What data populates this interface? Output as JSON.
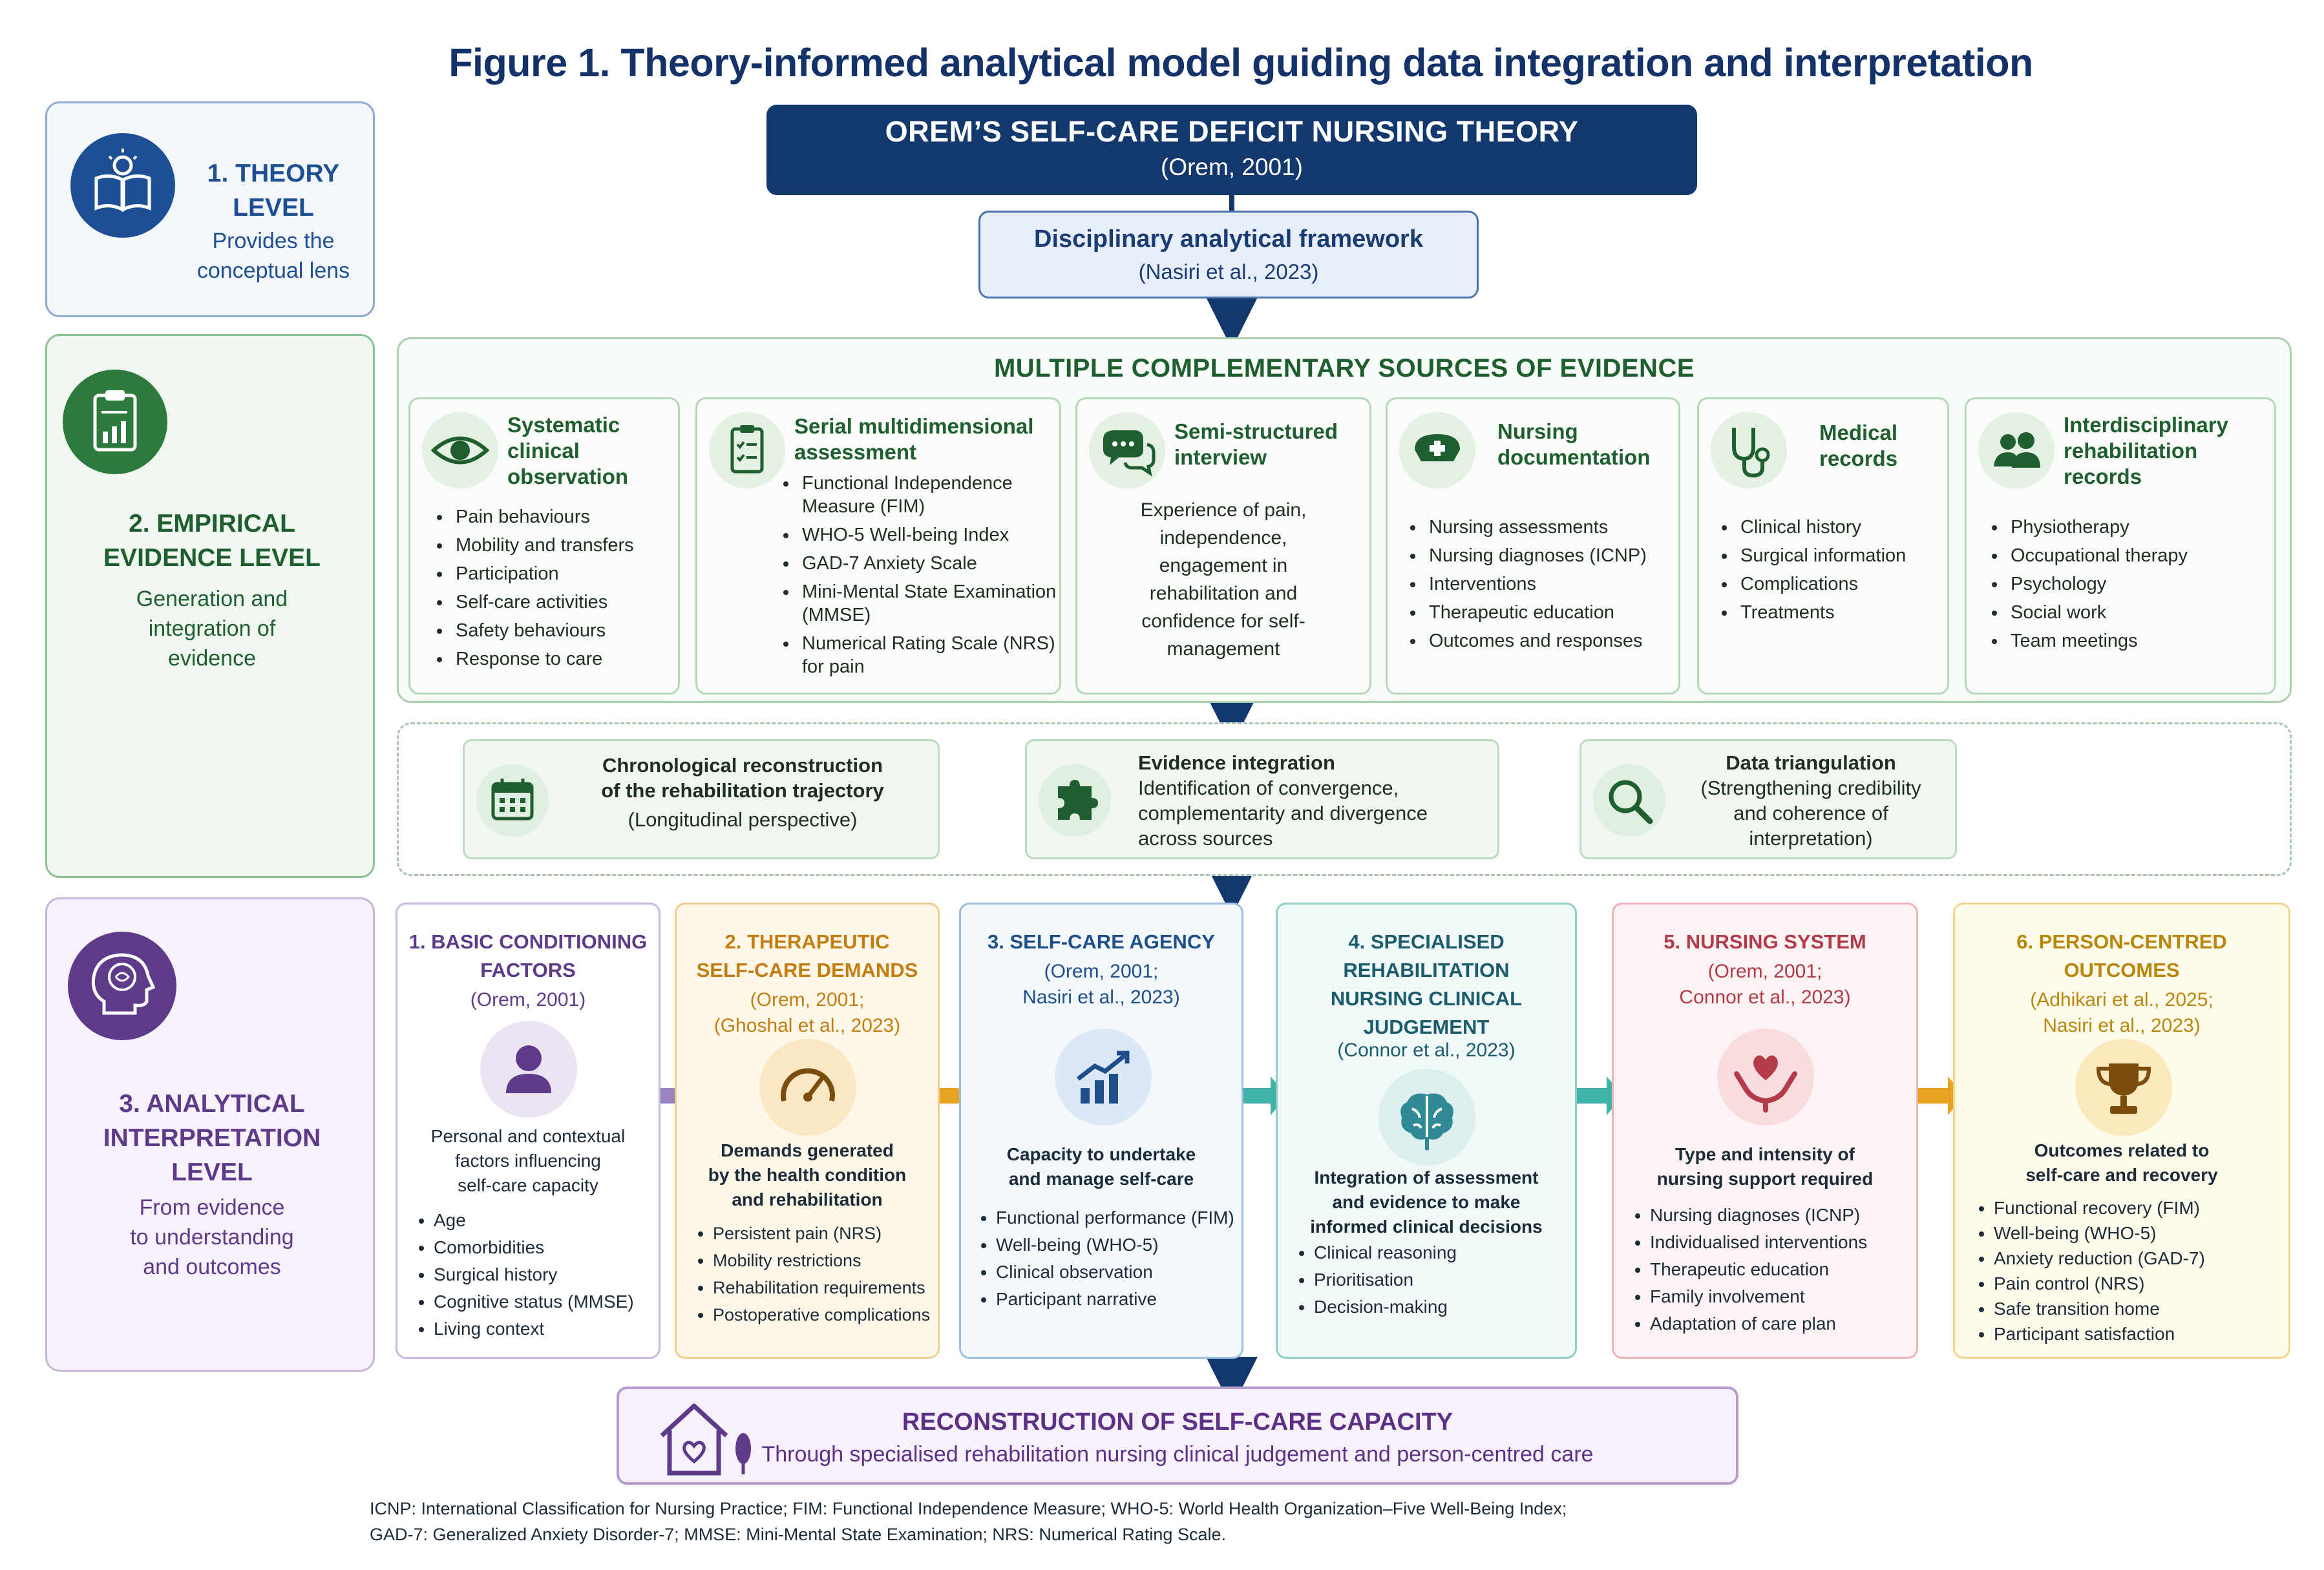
{
  "figure_title": "Figure 1. Theory-informed analytical model guiding data integration and interpretation",
  "levels": {
    "theory": {
      "title_line1": "1. THEORY",
      "title_line2": "LEVEL",
      "sub_line1": "Provides the",
      "sub_line2": "conceptual lens",
      "icon": "book-lightbulb-icon"
    },
    "empirical": {
      "title_line1": "2. EMPIRICAL",
      "title_line2": "EVIDENCE LEVEL",
      "sub_line1": "Generation and",
      "sub_line2": "integration of",
      "sub_line3": "evidence",
      "icon": "clipboard-chart-icon"
    },
    "analytical": {
      "title_line1": "3. ANALYTICAL",
      "title_line2": "INTERPRETATION",
      "title_line3": "LEVEL",
      "sub_line1": "From evidence",
      "sub_line2": "to understanding",
      "sub_line3": "and outcomes",
      "icon": "head-brain-icon"
    }
  },
  "orem": {
    "title": "OREM’S SELF-CARE DEFICIT NURSING THEORY",
    "citation": "(Orem, 2001)"
  },
  "framework": {
    "title": "Disciplinary analytical framework",
    "citation": "(Nasiri et al., 2023)"
  },
  "evidence": {
    "title": "MULTIPLE COMPLEMENTARY SOURCES OF EVIDENCE",
    "sources": [
      {
        "icon": "eye-icon",
        "title_lines": [
          "Systematic",
          "clinical",
          "observation"
        ],
        "items": [
          "Pain behaviours",
          "Mobility and transfers",
          "Participation",
          "Self-care activities",
          "Safety behaviours",
          "Response to care"
        ]
      },
      {
        "icon": "checklist-icon",
        "title_lines": [
          "Serial multidimensional",
          "assessment"
        ],
        "items": [
          "Functional Independence Measure (FIM)",
          "WHO-5 Well-being Index",
          "GAD-7 Anxiety Scale",
          "Mini-Mental State Examination (MMSE)",
          "Numerical Rating Scale (NRS) for pain"
        ]
      },
      {
        "icon": "speech-bubbles-icon",
        "title_lines": [
          "Semi-structured",
          "interview"
        ],
        "paragraph": "Experience of pain, independence, engagement in rehabilitation and confidence for self-management"
      },
      {
        "icon": "nurse-cap-icon",
        "title_lines": [
          "Nursing",
          "documentation"
        ],
        "items": [
          "Nursing assessments",
          "Nursing diagnoses (ICNP)",
          "Interventions",
          "Therapeutic education",
          "Outcomes and responses"
        ]
      },
      {
        "icon": "stethoscope-icon",
        "title_lines": [
          "Medical",
          "records"
        ],
        "items": [
          "Clinical history",
          "Surgical information",
          "Complications",
          "Treatments"
        ]
      },
      {
        "icon": "team-icon",
        "title_lines": [
          "Interdisciplinary",
          "rehabilitation",
          "records"
        ],
        "items": [
          "Physiotherapy",
          "Occupational therapy",
          "Psychology",
          "Social work",
          "Team meetings"
        ]
      }
    ]
  },
  "process": [
    {
      "icon": "calendar-icon",
      "line1": "Chronological reconstruction",
      "line2": "of the rehabilitation trajectory",
      "line3": "(Longitudinal perspective)"
    },
    {
      "icon": "puzzle-icon",
      "line1": "Evidence integration",
      "line2": "Identification of convergence,",
      "line3": "complementarity and divergence",
      "line4": "across sources"
    },
    {
      "icon": "magnifier-icon",
      "line1": "Data triangulation",
      "line2": "(Strengthening credibility",
      "line3": "and coherence of",
      "line4": "interpretation)"
    }
  ],
  "analysis": [
    {
      "color": "#5e3a8a",
      "icon": "person-icon",
      "title_lines": [
        "1. BASIC CONDITIONING",
        "FACTORS"
      ],
      "ref_lines": [
        "(Orem, 2001)"
      ],
      "desc_lines": [
        "Personal and contextual",
        "factors influencing",
        "self-care capacity"
      ],
      "items": [
        "Age",
        "Comorbidities",
        "Surgical history",
        "Cognitive status (MMSE)",
        "Living context"
      ]
    },
    {
      "color": "#c47d10",
      "icon": "gauge-icon",
      "title_lines": [
        "2. THERAPEUTIC",
        "SELF-CARE DEMANDS"
      ],
      "ref_lines": [
        "(Orem, 2001;",
        "(Ghoshal et al., 2023)"
      ],
      "desc_lines": [
        "Demands generated",
        "by the health condition",
        "and rehabilitation"
      ],
      "items": [
        "Persistent pain (NRS)",
        "Mobility restrictions",
        "Rehabilitation requirements",
        "Postoperative complications"
      ]
    },
    {
      "color": "#1f4e8c",
      "icon": "growth-chart-icon",
      "title_lines": [
        "3. SELF-CARE AGENCY"
      ],
      "ref_lines": [
        "(Orem, 2001;",
        "Nasiri et al., 2023)"
      ],
      "desc_lines": [
        "Capacity to undertake",
        "and manage self-care"
      ],
      "items": [
        "Functional performance (FIM)",
        "Well-being (WHO-5)",
        "Clinical observation",
        "Participant narrative"
      ]
    },
    {
      "color": "#1a5b6e",
      "icon": "brain-icon",
      "title_lines": [
        "4. SPECIALISED",
        "REHABILITATION",
        "NURSING CLINICAL",
        "JUDGEMENT"
      ],
      "ref_lines": [
        "(Connor et al., 2023)"
      ],
      "desc_lines": [
        "Integration of assessment",
        "and evidence to make",
        "informed clinical decisions"
      ],
      "items": [
        "Clinical reasoning",
        "Prioritisation",
        "Decision-making"
      ]
    },
    {
      "color": "#b33a47",
      "icon": "heart-hands-icon",
      "title_lines": [
        "5. NURSING SYSTEM"
      ],
      "ref_lines": [
        "(Orem, 2001;",
        "Connor et al., 2023)"
      ],
      "desc_lines": [
        "Type and intensity of",
        "nursing support required"
      ],
      "items": [
        "Nursing diagnoses (ICNP)",
        "Individualised interventions",
        "Therapeutic education",
        "Family involvement",
        "Adaptation of care plan"
      ]
    },
    {
      "color": "#b8860b",
      "icon": "trophy-icon",
      "title_lines": [
        "6. PERSON-CENTRED",
        "OUTCOMES"
      ],
      "ref_lines": [
        "(Adhikari et al., 2025;",
        "Nasiri et al., 2023)"
      ],
      "desc_lines": [
        "Outcomes related to",
        "self-care and recovery"
      ],
      "items": [
        "Functional recovery (FIM)",
        "Well-being (WHO-5)",
        "Anxiety reduction (GAD-7)",
        "Pain control (NRS)",
        "Safe transition home",
        "Participant satisfaction"
      ]
    }
  ],
  "reconstruction": {
    "icon": "house-heart-icon",
    "title": "RECONSTRUCTION OF SELF-CARE CAPACITY",
    "subtitle": "Through specialised rehabilitation nursing clinical judgement and person-centred care"
  },
  "footnote": {
    "line1": "ICNP: International Classification for Nursing Practice; FIM: Functional Independence Measure; WHO-5: World Health Organization–Five Well-Being Index;",
    "line2": "GAD-7: Generalized Anxiety Disorder-7; MMSE: Mini-Mental State Examination; NRS: Numerical Rating Scale."
  }
}
